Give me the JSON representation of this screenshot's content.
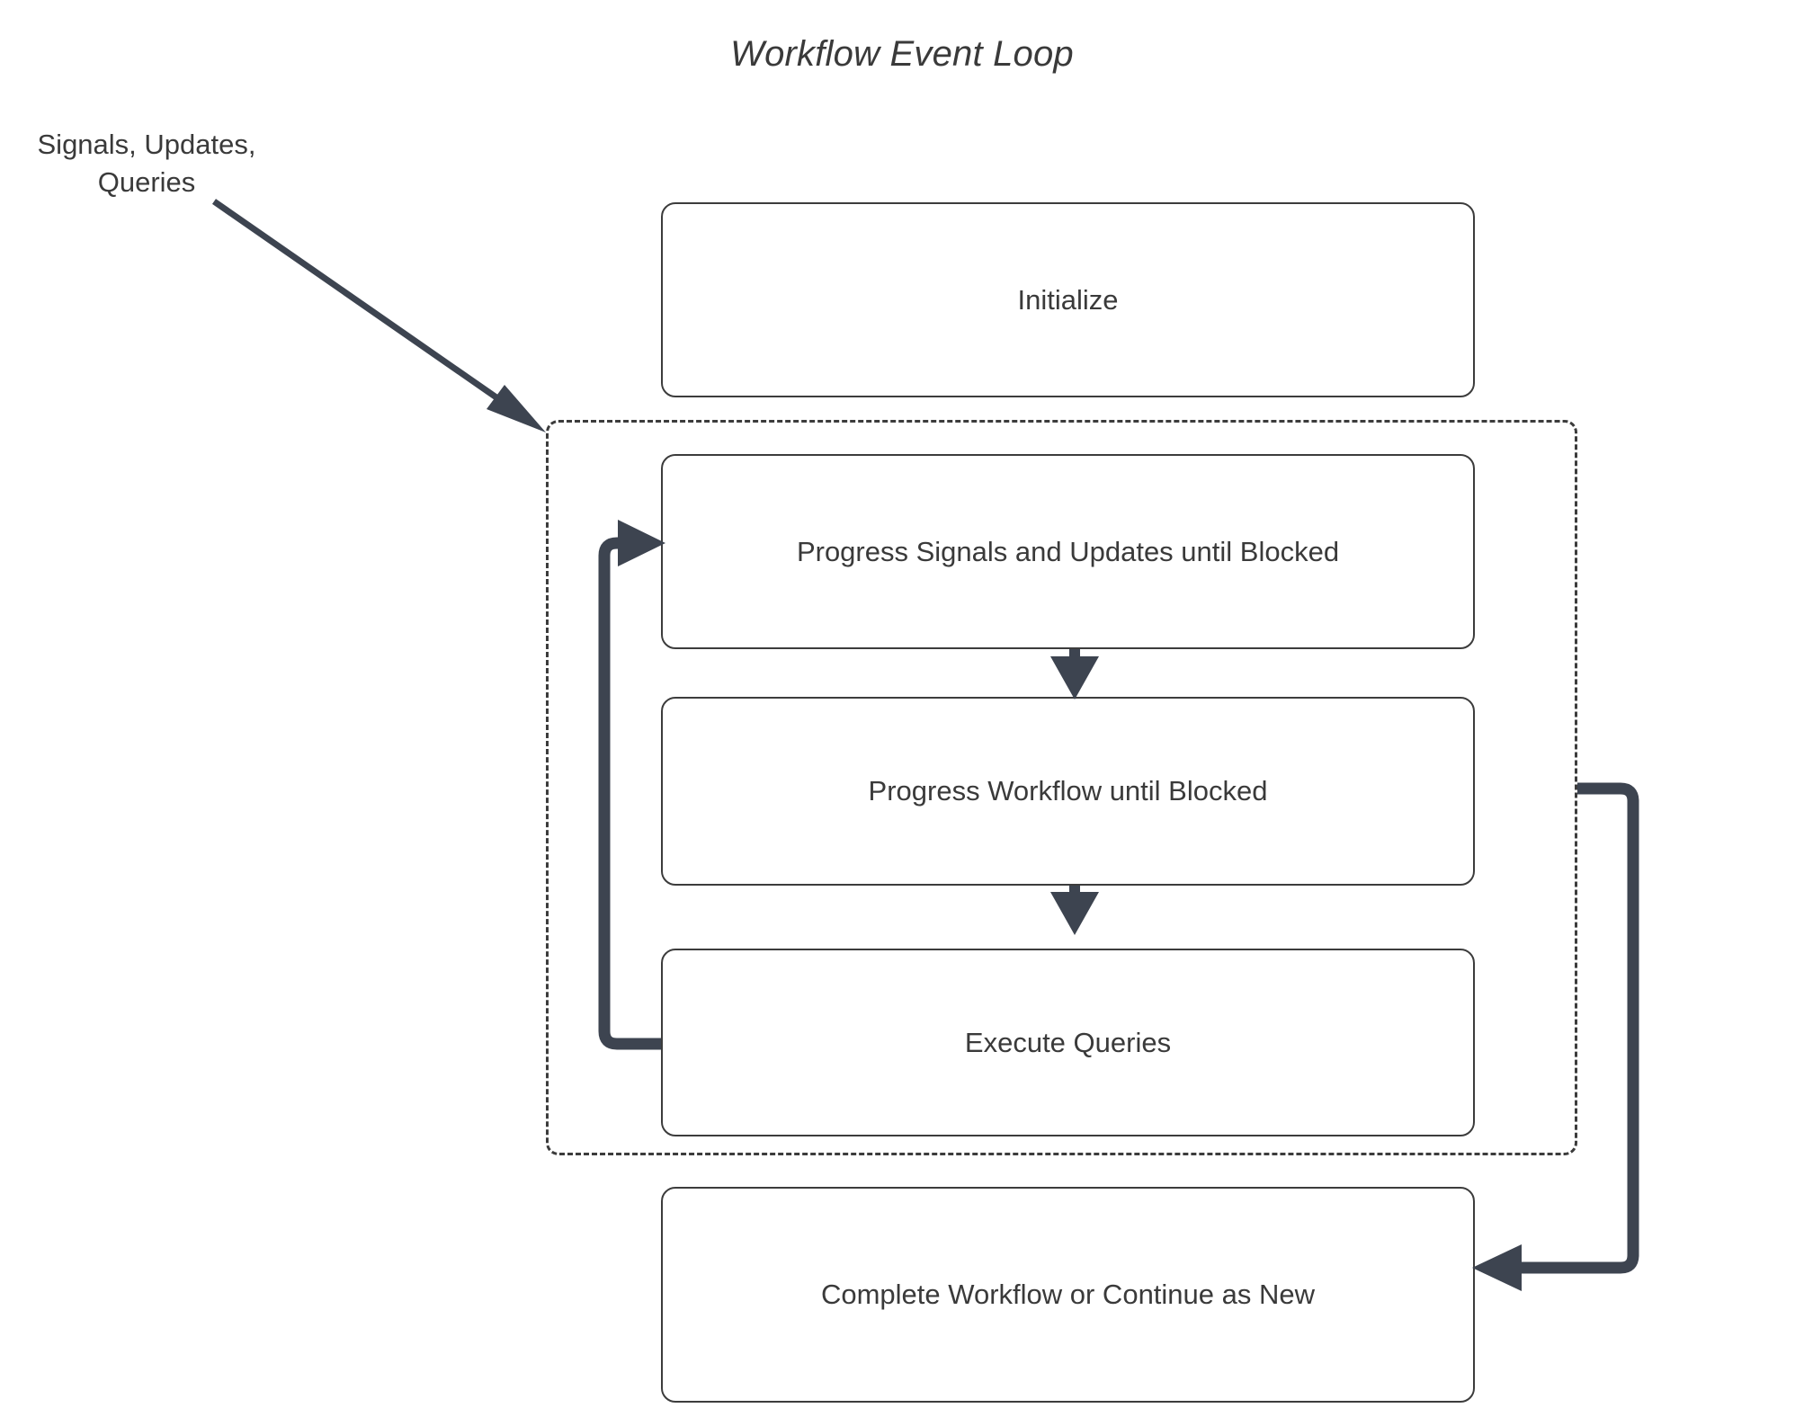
{
  "diagram": {
    "title": "Workflow Event Loop",
    "type": "flowchart",
    "accent_color": "#3d4450",
    "node_border_color": "#3c3c3c",
    "text_color": "#3a3a3a",
    "background_color": "#ffffff"
  },
  "labels": {
    "external_input": "Signals, Updates, Queries",
    "external_input_line1": "Signals, Updates,",
    "external_input_line2": "Queries"
  },
  "nodes": [
    {
      "id": "initialize",
      "label": "Initialize"
    },
    {
      "id": "progress-signals",
      "label": "Progress Signals and Updates until Blocked"
    },
    {
      "id": "progress-workflow",
      "label": "Progress Workflow until Blocked"
    },
    {
      "id": "execute-queries",
      "label": "Execute Queries"
    },
    {
      "id": "complete-workflow",
      "label": "Complete Workflow or Continue as New"
    }
  ],
  "group": {
    "id": "event-loop-group",
    "style": "dashed",
    "label": ""
  },
  "edges": [
    {
      "id": "input-to-loop",
      "from": "Signals, Updates, Queries",
      "to": "event-loop-group",
      "style": "thin-solid-arrow"
    },
    {
      "id": "signals-to-workflow",
      "from": "Progress Signals and Updates until Blocked",
      "to": "Progress Workflow until Blocked",
      "style": "arrow-down"
    },
    {
      "id": "workflow-to-queries",
      "from": "Progress Workflow until Blocked",
      "to": "Execute Queries",
      "style": "arrow-down"
    },
    {
      "id": "queries-back-to-signals",
      "from": "Execute Queries",
      "to": "Progress Signals and Updates until Blocked",
      "style": "thick-loop-left"
    },
    {
      "id": "loop-to-complete",
      "from": "event-loop-group",
      "to": "Complete Workflow or Continue as New",
      "style": "thick-loop-right"
    }
  ]
}
